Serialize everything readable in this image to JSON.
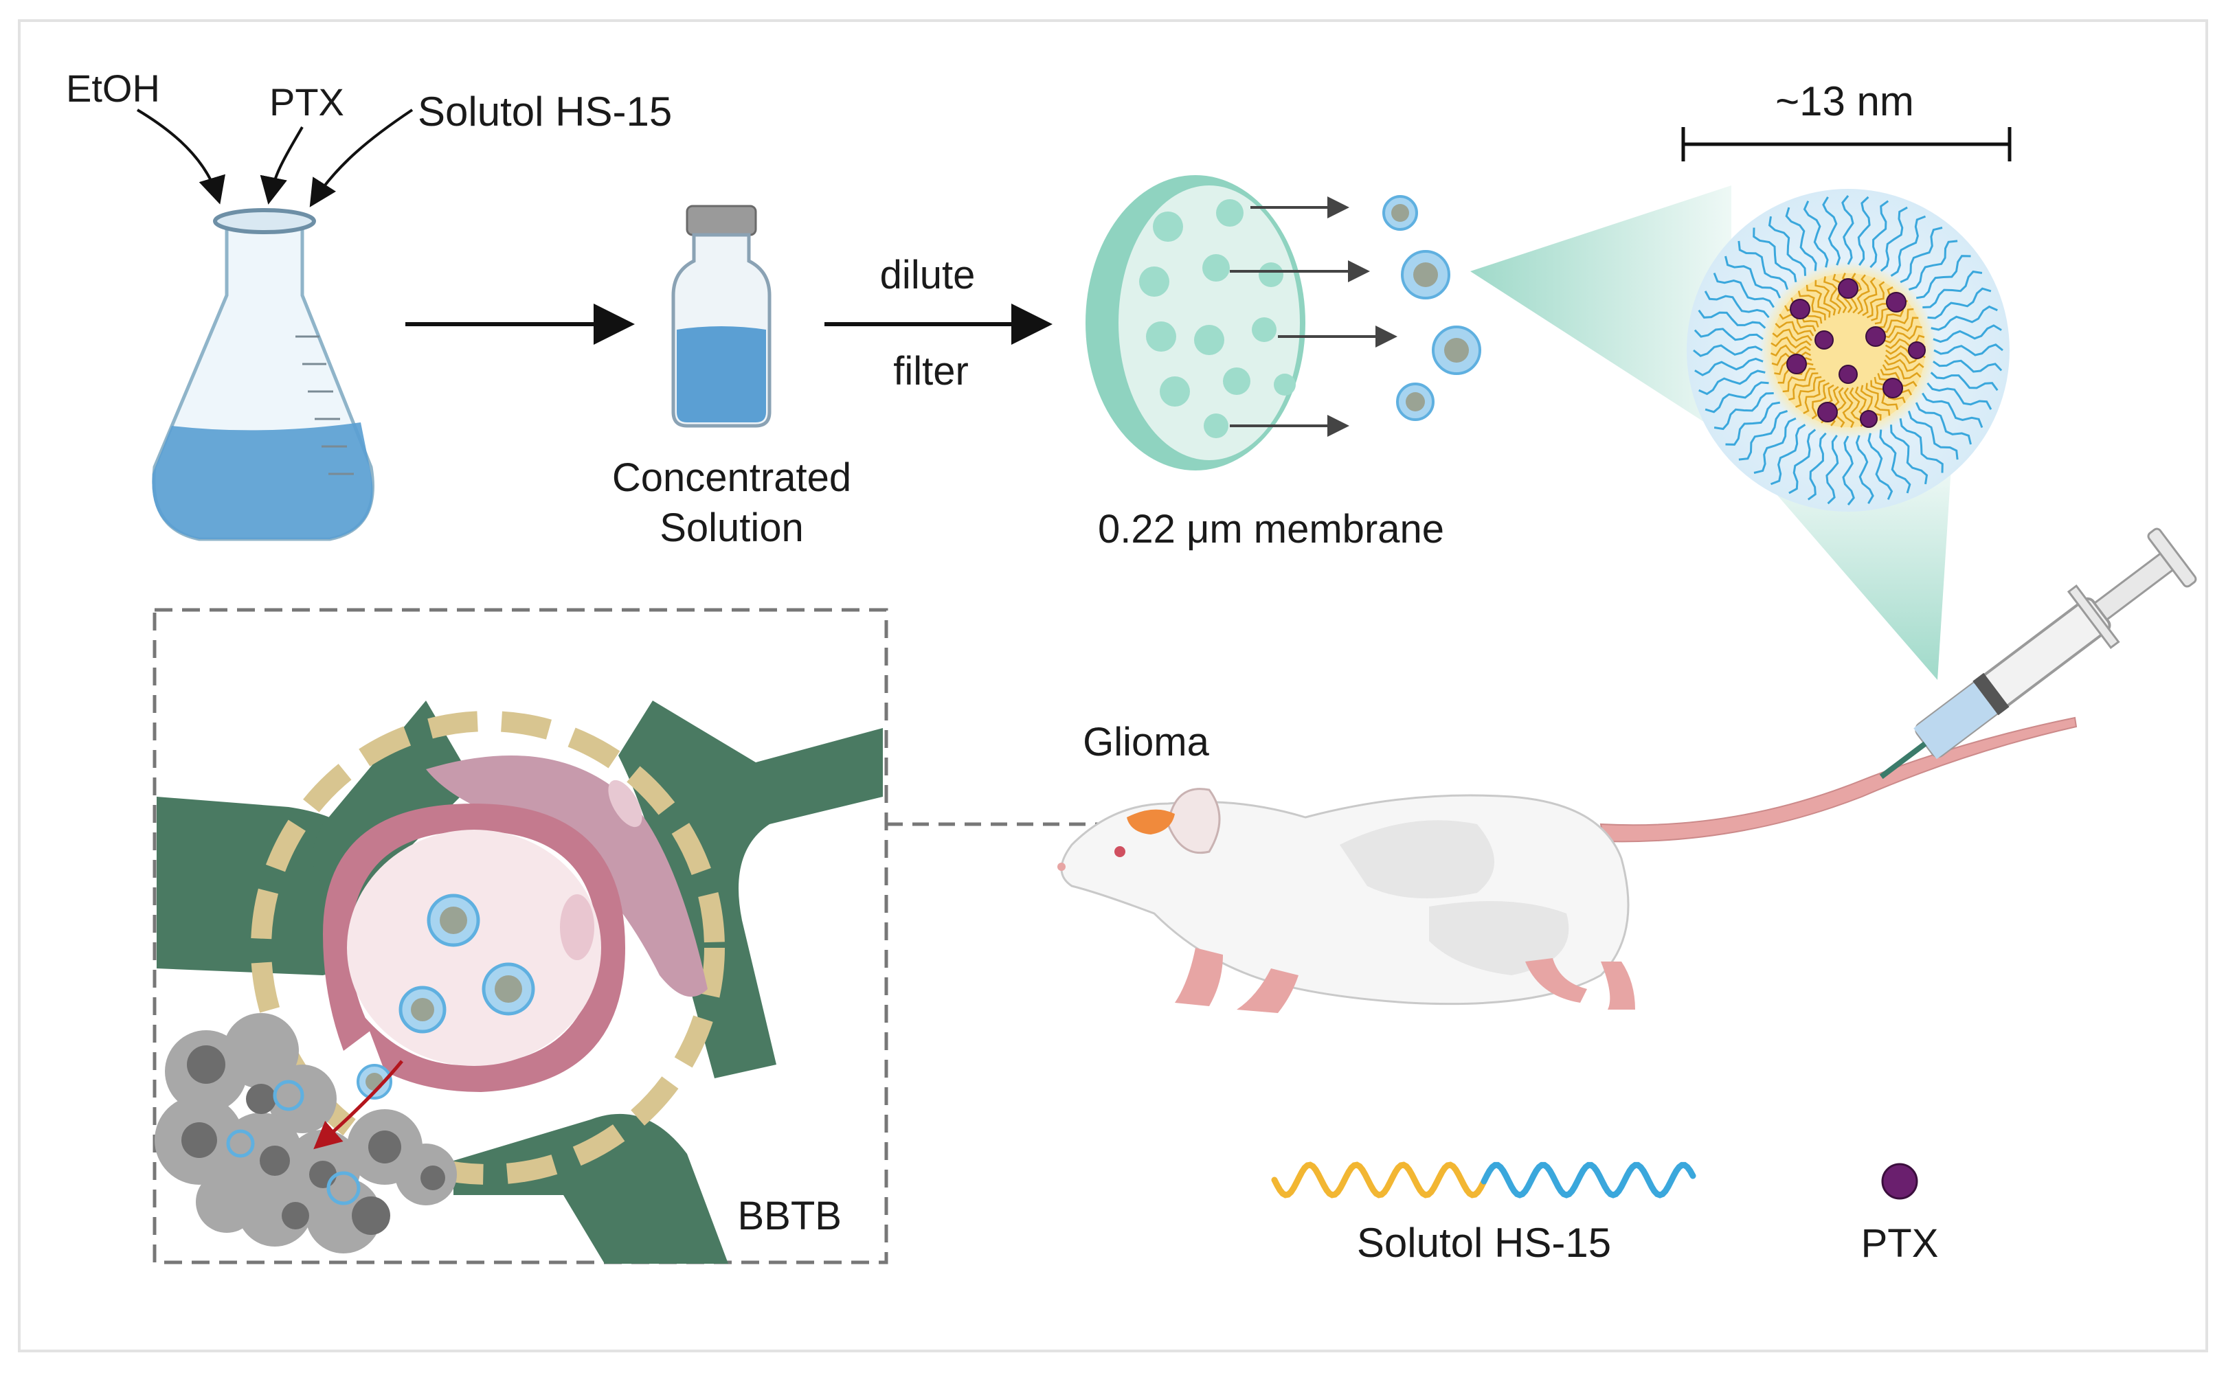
{
  "labels": {
    "etoh": "EtOH",
    "ptx_top": "PTX",
    "solutol_top": "Solutol HS-15",
    "concentrated_line1": "Concentrated",
    "concentrated_line2": "Solution",
    "dilute": "dilute",
    "filter": "filter",
    "membrane": "0.22 μm membrane",
    "scale": "~13 nm",
    "glioma": "Glioma",
    "bbtb": "BBTB",
    "legend_solutol": "Solutol HS-15",
    "legend_ptx": "PTX"
  },
  "colors": {
    "liquid_blue": "#5b9fd3",
    "membrane_green": "#8fd3c0",
    "vessel_red": "#c47a8e",
    "astrocyte_green": "#4a7a62",
    "tumor_gray": "#8a8a8a",
    "glioma_orange": "#f08a3c",
    "ptx_purple": "#6a1f6e",
    "solutol_yellow": "#f2b632",
    "solutol_blue": "#3aa7dc",
    "tail_pink": "#e7a5a4"
  },
  "icons": {
    "flask": "erlenmeyer-flask-icon",
    "vial": "vial-icon",
    "membrane": "filter-membrane-icon",
    "micelle": "micelle-icon",
    "syringe": "syringe-icon",
    "mouse": "mouse-icon"
  }
}
